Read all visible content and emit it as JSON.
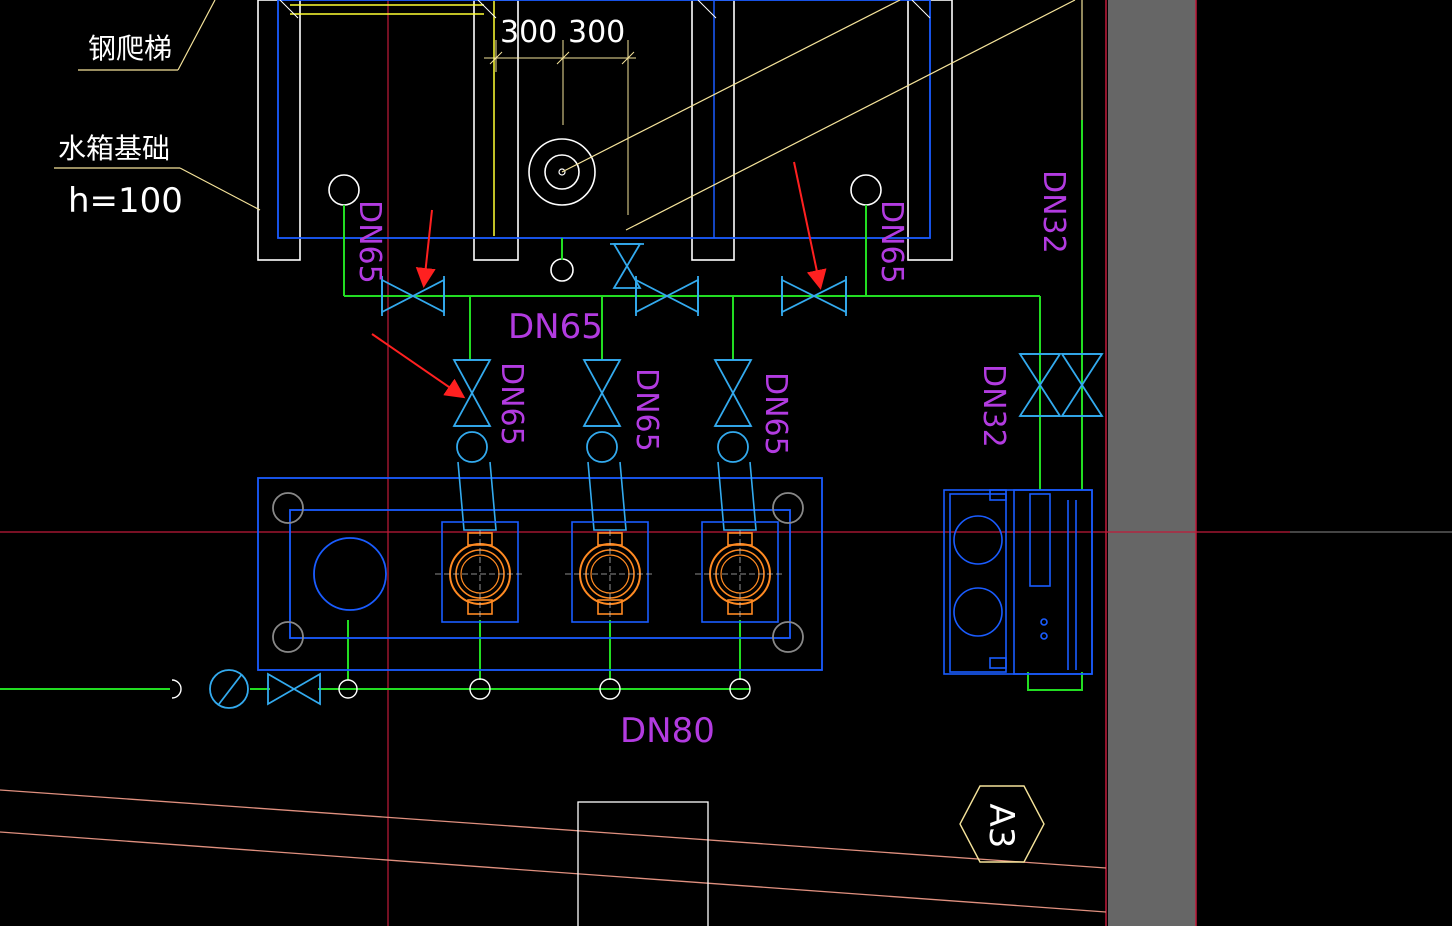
{
  "labels": {
    "steel_ladder": "钢爬梯",
    "tank_foundation": "水箱基础",
    "foundation_height": "h=100",
    "dim_left": "300",
    "dim_right": "300",
    "dn65_left_riser": "DN65",
    "dn65_right_riser": "DN65",
    "dn65_header": "DN65",
    "dn65_branch_1": "DN65",
    "dn65_branch_2": "DN65",
    "dn65_branch_3": "DN65",
    "dn32_upper": "DN32",
    "dn32_lower": "DN32",
    "dn80_discharge": "DN80",
    "axis_tag": "A3"
  },
  "colors": {
    "background": "#000000",
    "pipe": "#22dd22",
    "valve": "#33aaee",
    "equipment": "#1a5cff",
    "pump_motor": "#ff8a22",
    "dimension": "#f5e39a",
    "axis": "#c01a3a",
    "pipe_label": "#b23be0",
    "text": "#ffffff",
    "annotation_arrow": "#ff2020",
    "wall_fill": "#666666"
  },
  "icons": [
    "gate-valve-icon",
    "pressure-gauge-icon",
    "pump-icon",
    "control-cabinet-icon",
    "axis-hexagon-icon",
    "red-arrow-icon"
  ]
}
